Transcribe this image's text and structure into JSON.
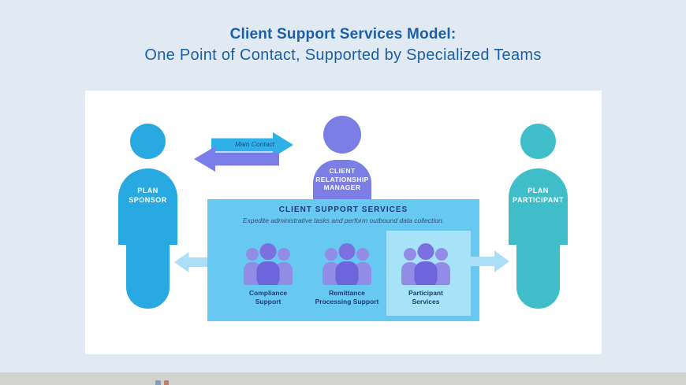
{
  "title": {
    "line1": "Client Support Services Model:",
    "line2": "One Point of Contact, Supported by Specialized Teams"
  },
  "actors": {
    "plan_sponsor": {
      "label": "PLAN\nSPONSOR"
    },
    "client_relationship_manager": {
      "label": "CLIENT\nRELATIONSHIP\nMANAGER"
    },
    "plan_participant": {
      "label": "PLAN\nPARTICIPANT"
    }
  },
  "main_contact": {
    "label": "Main Contact"
  },
  "support_box": {
    "title": "CLIENT SUPPORT SERVICES",
    "subtitle": "Expedite administrative tasks and perform outbound data collection.",
    "groups": [
      {
        "label": "Compliance\nSupport"
      },
      {
        "label": "Remittance\nProcessing Support"
      },
      {
        "label": "Participant\nServices"
      }
    ]
  },
  "colors": {
    "page_background": "#e1e9f2",
    "card_background": "#ffffff",
    "title_text": "#1a60a8",
    "plan_sponsor": "#29a9e1",
    "client_relationship_manager": "#7a7ee5",
    "plan_participant": "#3fbec9",
    "support_box": "#67c8f1",
    "participant_services_box": "#a6e2f8",
    "main_arrow_blue": "#2fb0e8",
    "main_arrow_purple": "#7b7ee8",
    "side_arrows": "#abdff7",
    "group_side_person": "#928ce6",
    "group_center_person": "#6e64dc",
    "box_text": "#1e3c6e",
    "bottom_strip": "#d2d2cf"
  }
}
